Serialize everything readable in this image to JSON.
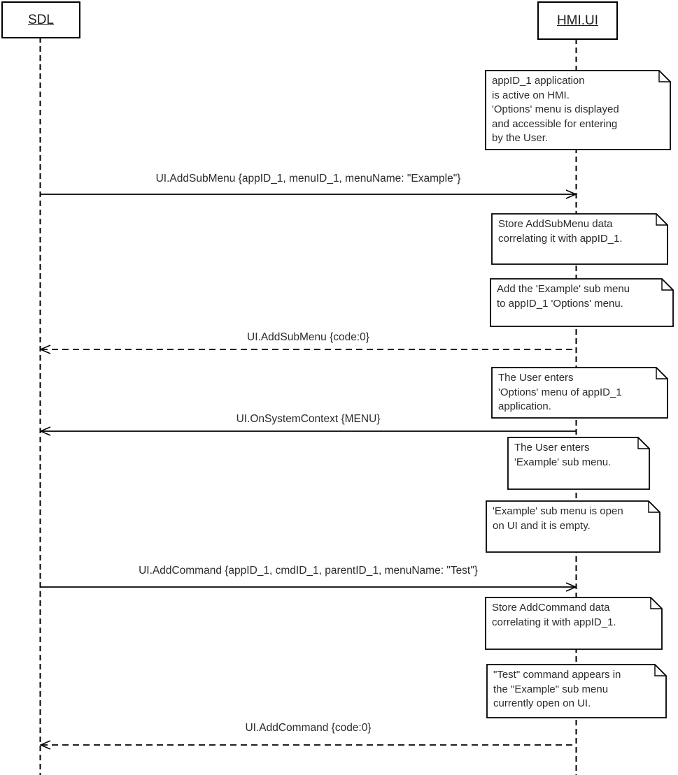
{
  "diagram": {
    "type": "uml-sequence-diagram",
    "colors": {
      "line": "#000000",
      "text": "#2b2b2b",
      "background": "#ffffff"
    },
    "lifelines": [
      {
        "id": "sdl",
        "label": "SDL"
      },
      {
        "id": "hmi-ui",
        "label": "HMI.UI"
      }
    ],
    "messages": [
      {
        "label": "UI.AddSubMenu {appID_1, menuID_1, menuName: \"Example\"}",
        "from": "SDL",
        "to": "HMI.UI",
        "line": "solid"
      },
      {
        "label": "UI.AddSubMenu {code:0}",
        "from": "HMI.UI",
        "to": "SDL",
        "line": "dashed"
      },
      {
        "label": "UI.OnSystemContext {MENU}",
        "from": "HMI.UI",
        "to": "SDL",
        "line": "solid"
      },
      {
        "label": "UI.AddCommand {appID_1, cmdID_1, parentID_1, menuName: \"Test\"}",
        "from": "SDL",
        "to": "HMI.UI",
        "line": "solid"
      },
      {
        "label": "UI.AddCommand {code:0}",
        "from": "HMI.UI",
        "to": "SDL",
        "line": "dashed"
      }
    ],
    "notes": [
      {
        "attached_to": "HMI.UI",
        "text": "appID_1 application\nis active on HMI.\n'Options' menu is displayed\nand accessible for entering\nby the User."
      },
      {
        "attached_to": "HMI.UI",
        "text": "Store AddSubMenu data\ncorrelating it with appID_1."
      },
      {
        "attached_to": "HMI.UI",
        "text": "Add the 'Example' sub menu\nto appID_1 'Options' menu."
      },
      {
        "attached_to": "HMI.UI",
        "text": "The User enters\n'Options' menu of appID_1\napplication."
      },
      {
        "attached_to": "HMI.UI",
        "text": "The User enters\n'Example' sub menu."
      },
      {
        "attached_to": "HMI.UI",
        "text": "'Example' sub menu is open\non UI and it is empty."
      },
      {
        "attached_to": "HMI.UI",
        "text": "Store AddCommand data\ncorrelating it with appID_1."
      },
      {
        "attached_to": "HMI.UI",
        "text": "\"Test\" command appears in\nthe \"Example\" sub menu\ncurrently open on UI."
      }
    ]
  }
}
